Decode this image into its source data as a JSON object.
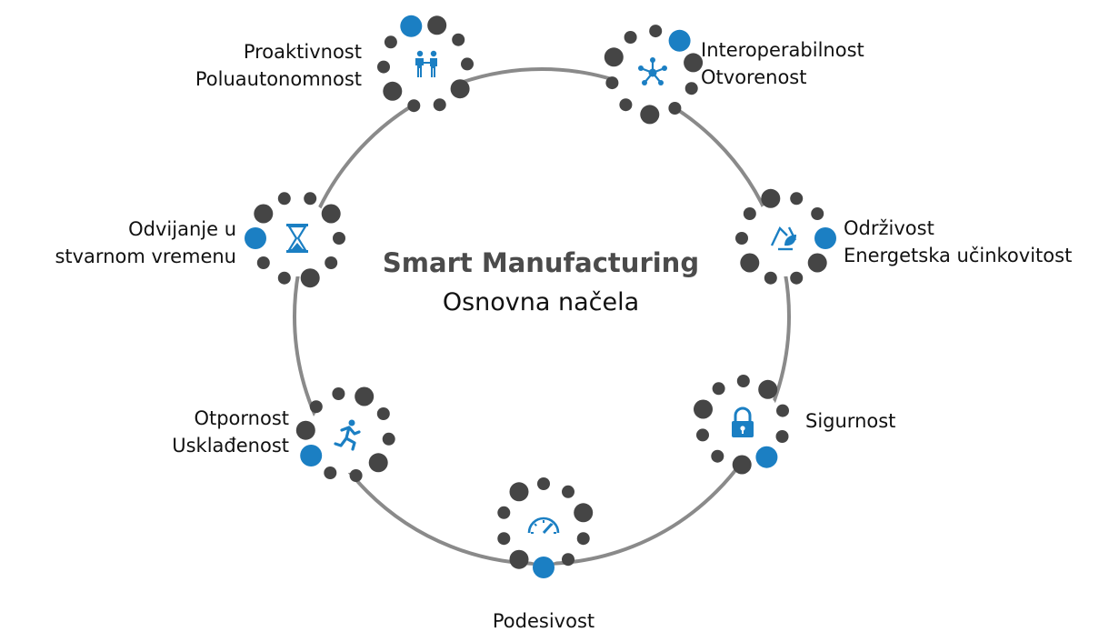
{
  "title": "Smart Manufacturing",
  "subtitle": "Osnovna načela",
  "colors": {
    "ring": "#8a8a8a",
    "dot_gray": "#454545",
    "dot_blue": "#1b7fc3",
    "icon": "#1b7fc3"
  },
  "nodes": [
    {
      "id": "proaktivnost",
      "icon": "people-handshake-icon",
      "lines": [
        "Proaktivnost",
        "Poluautonomnost"
      ]
    },
    {
      "id": "interoperabilnost",
      "icon": "network-hub-icon",
      "lines": [
        "Interoperabilnost",
        "Otvorenost"
      ]
    },
    {
      "id": "odrzivost",
      "icon": "recycle-leaf-icon",
      "lines": [
        "Održivost",
        "Energetska učinkovitost"
      ]
    },
    {
      "id": "sigurnost",
      "icon": "padlock-icon",
      "lines": [
        "Sigurnost"
      ]
    },
    {
      "id": "podesivost",
      "icon": "speedometer-icon",
      "lines": [
        "Podesivost"
      ]
    },
    {
      "id": "otpornost",
      "icon": "running-person-icon",
      "lines": [
        "Otpornost",
        "Usklađenost"
      ]
    },
    {
      "id": "odvijanje",
      "icon": "hourglass-icon",
      "lines": [
        "Odvijanje u",
        "stvarnom vremenu"
      ]
    }
  ]
}
